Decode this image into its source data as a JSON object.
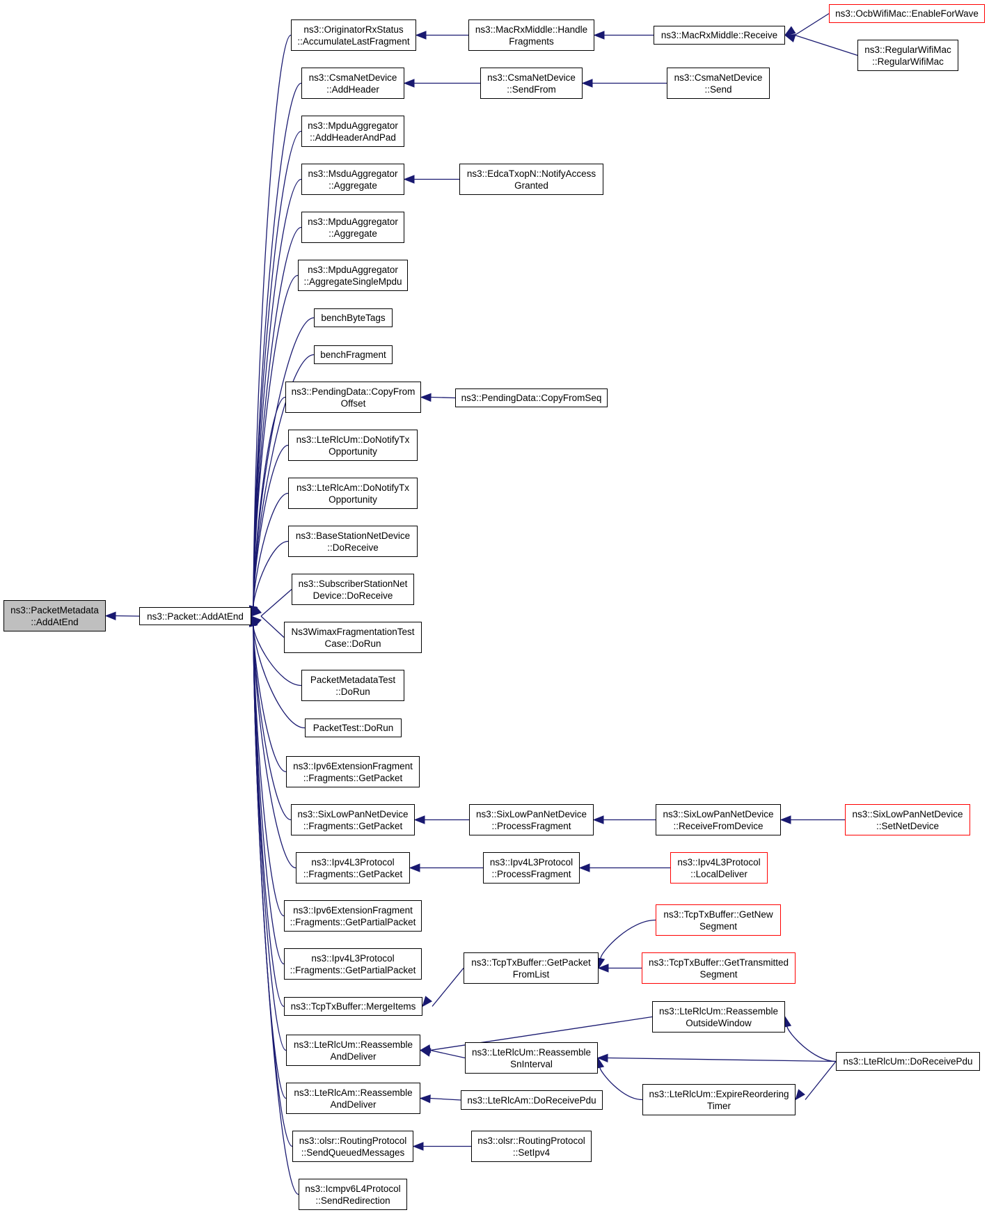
{
  "colors": {
    "edge": "#191970",
    "border": "#000000",
    "red_border": "#ff0000",
    "focus_fill": "#bfbfbf"
  },
  "nodes": [
    {
      "id": "n0",
      "lines": [
        "ns3::PacketMetadata",
        "::AddAtEnd"
      ],
      "style": "focus"
    },
    {
      "id": "n1",
      "lines": [
        "ns3::Packet::AddAtEnd"
      ],
      "style": "normal"
    },
    {
      "id": "n2",
      "lines": [
        "ns3::OriginatorRxStatus",
        "::AccumulateLastFragment"
      ],
      "style": "normal"
    },
    {
      "id": "n3",
      "lines": [
        "ns3::CsmaNetDevice",
        "::AddHeader"
      ],
      "style": "normal"
    },
    {
      "id": "n4",
      "lines": [
        "ns3::MpduAggregator",
        "::AddHeaderAndPad"
      ],
      "style": "normal"
    },
    {
      "id": "n5",
      "lines": [
        "ns3::MsduAggregator",
        "::Aggregate"
      ],
      "style": "normal"
    },
    {
      "id": "n6",
      "lines": [
        "ns3::MpduAggregator",
        "::Aggregate"
      ],
      "style": "normal"
    },
    {
      "id": "n7",
      "lines": [
        "ns3::MpduAggregator",
        "::AggregateSingleMpdu"
      ],
      "style": "normal"
    },
    {
      "id": "n8",
      "lines": [
        "benchByteTags"
      ],
      "style": "normal"
    },
    {
      "id": "n9",
      "lines": [
        "benchFragment"
      ],
      "style": "normal"
    },
    {
      "id": "n10",
      "lines": [
        "ns3::PendingData::CopyFrom",
        "Offset"
      ],
      "style": "normal"
    },
    {
      "id": "n11",
      "lines": [
        "ns3::LteRlcUm::DoNotifyTx",
        "Opportunity"
      ],
      "style": "normal"
    },
    {
      "id": "n12",
      "lines": [
        "ns3::LteRlcAm::DoNotifyTx",
        "Opportunity"
      ],
      "style": "normal"
    },
    {
      "id": "n13",
      "lines": [
        "ns3::BaseStationNetDevice",
        "::DoReceive"
      ],
      "style": "normal"
    },
    {
      "id": "n14",
      "lines": [
        "ns3::SubscriberStationNet",
        "Device::DoReceive"
      ],
      "style": "normal"
    },
    {
      "id": "n15",
      "lines": [
        "Ns3WimaxFragmentationTest",
        "Case::DoRun"
      ],
      "style": "normal"
    },
    {
      "id": "n16",
      "lines": [
        "PacketMetadataTest",
        "::DoRun"
      ],
      "style": "normal"
    },
    {
      "id": "n17",
      "lines": [
        "PacketTest::DoRun"
      ],
      "style": "normal"
    },
    {
      "id": "n18",
      "lines": [
        "ns3::Ipv6ExtensionFragment",
        "::Fragments::GetPacket"
      ],
      "style": "normal"
    },
    {
      "id": "n19",
      "lines": [
        "ns3::SixLowPanNetDevice",
        "::Fragments::GetPacket"
      ],
      "style": "normal"
    },
    {
      "id": "n20",
      "lines": [
        "ns3::Ipv4L3Protocol",
        "::Fragments::GetPacket"
      ],
      "style": "normal"
    },
    {
      "id": "n21",
      "lines": [
        "ns3::Ipv6ExtensionFragment",
        "::Fragments::GetPartialPacket"
      ],
      "style": "normal"
    },
    {
      "id": "n22",
      "lines": [
        "ns3::Ipv4L3Protocol",
        "::Fragments::GetPartialPacket"
      ],
      "style": "normal"
    },
    {
      "id": "n23",
      "lines": [
        "ns3::TcpTxBuffer::MergeItems"
      ],
      "style": "normal"
    },
    {
      "id": "n24",
      "lines": [
        "ns3::LteRlcUm::Reassemble",
        "AndDeliver"
      ],
      "style": "normal"
    },
    {
      "id": "n25",
      "lines": [
        "ns3::LteRlcAm::Reassemble",
        "AndDeliver"
      ],
      "style": "normal"
    },
    {
      "id": "n26",
      "lines": [
        "ns3::olsr::RoutingProtocol",
        "::SendQueuedMessages"
      ],
      "style": "normal"
    },
    {
      "id": "n27",
      "lines": [
        "ns3::Icmpv6L4Protocol",
        "::SendRedirection"
      ],
      "style": "normal"
    },
    {
      "id": "n28",
      "lines": [
        "ns3::MacRxMiddle::Handle",
        "Fragments"
      ],
      "style": "normal"
    },
    {
      "id": "n29",
      "lines": [
        "ns3::MacRxMiddle::Receive"
      ],
      "style": "normal"
    },
    {
      "id": "n30",
      "lines": [
        "ns3::OcbWifiMac::EnableForWave"
      ],
      "style": "red"
    },
    {
      "id": "n31",
      "lines": [
        "ns3::RegularWifiMac",
        "::RegularWifiMac"
      ],
      "style": "normal"
    },
    {
      "id": "n32",
      "lines": [
        "ns3::CsmaNetDevice",
        "::SendFrom"
      ],
      "style": "normal"
    },
    {
      "id": "n33",
      "lines": [
        "ns3::CsmaNetDevice",
        "::Send"
      ],
      "style": "normal"
    },
    {
      "id": "n34",
      "lines": [
        "ns3::EdcaTxopN::NotifyAccess",
        "Granted"
      ],
      "style": "normal"
    },
    {
      "id": "n35",
      "lines": [
        "ns3::PendingData::CopyFromSeq"
      ],
      "style": "normal"
    },
    {
      "id": "n36",
      "lines": [
        "ns3::SixLowPanNetDevice",
        "::ProcessFragment"
      ],
      "style": "normal"
    },
    {
      "id": "n37",
      "lines": [
        "ns3::SixLowPanNetDevice",
        "::ReceiveFromDevice"
      ],
      "style": "normal"
    },
    {
      "id": "n38",
      "lines": [
        "ns3::SixLowPanNetDevice",
        "::SetNetDevice"
      ],
      "style": "red"
    },
    {
      "id": "n39",
      "lines": [
        "ns3::Ipv4L3Protocol",
        "::ProcessFragment"
      ],
      "style": "normal"
    },
    {
      "id": "n40",
      "lines": [
        "ns3::Ipv4L3Protocol",
        "::LocalDeliver"
      ],
      "style": "red"
    },
    {
      "id": "n41",
      "lines": [
        "ns3::TcpTxBuffer::GetPacket",
        "FromList"
      ],
      "style": "normal"
    },
    {
      "id": "n42",
      "lines": [
        "ns3::TcpTxBuffer::GetNew",
        "Segment"
      ],
      "style": "red"
    },
    {
      "id": "n43",
      "lines": [
        "ns3::TcpTxBuffer::GetTransmitted",
        "Segment"
      ],
      "style": "red"
    },
    {
      "id": "n44",
      "lines": [
        "ns3::LteRlcUm::Reassemble",
        "OutsideWindow"
      ],
      "style": "normal"
    },
    {
      "id": "n45",
      "lines": [
        "ns3::LteRlcUm::Reassemble",
        "SnInterval"
      ],
      "style": "normal"
    },
    {
      "id": "n46",
      "lines": [
        "ns3::LteRlcUm::DoReceivePdu"
      ],
      "style": "normal"
    },
    {
      "id": "n47",
      "lines": [
        "ns3::LteRlcUm::ExpireReordering",
        "Timer"
      ],
      "style": "normal"
    },
    {
      "id": "n48",
      "lines": [
        "ns3::LteRlcAm::DoReceivePdu"
      ],
      "style": "normal"
    },
    {
      "id": "n49",
      "lines": [
        "ns3::olsr::RoutingProtocol",
        "::SetIpv4"
      ],
      "style": "normal"
    }
  ],
  "edges": [
    [
      "n1",
      "n0"
    ],
    [
      "n2",
      "n1"
    ],
    [
      "n3",
      "n1"
    ],
    [
      "n4",
      "n1"
    ],
    [
      "n5",
      "n1"
    ],
    [
      "n6",
      "n1"
    ],
    [
      "n7",
      "n1"
    ],
    [
      "n8",
      "n1"
    ],
    [
      "n9",
      "n1"
    ],
    [
      "n10",
      "n1"
    ],
    [
      "n11",
      "n1"
    ],
    [
      "n12",
      "n1"
    ],
    [
      "n13",
      "n1"
    ],
    [
      "n14",
      "n1"
    ],
    [
      "n15",
      "n1"
    ],
    [
      "n16",
      "n1"
    ],
    [
      "n17",
      "n1"
    ],
    [
      "n18",
      "n1"
    ],
    [
      "n19",
      "n1"
    ],
    [
      "n20",
      "n1"
    ],
    [
      "n21",
      "n1"
    ],
    [
      "n22",
      "n1"
    ],
    [
      "n23",
      "n1"
    ],
    [
      "n24",
      "n1"
    ],
    [
      "n25",
      "n1"
    ],
    [
      "n26",
      "n1"
    ],
    [
      "n27",
      "n1"
    ],
    [
      "n28",
      "n2"
    ],
    [
      "n29",
      "n28"
    ],
    [
      "n30",
      "n29"
    ],
    [
      "n31",
      "n29"
    ],
    [
      "n32",
      "n3"
    ],
    [
      "n33",
      "n32"
    ],
    [
      "n34",
      "n5"
    ],
    [
      "n35",
      "n10"
    ],
    [
      "n36",
      "n19"
    ],
    [
      "n37",
      "n36"
    ],
    [
      "n38",
      "n37"
    ],
    [
      "n39",
      "n20"
    ],
    [
      "n40",
      "n39"
    ],
    [
      "n41",
      "n23"
    ],
    [
      "n42",
      "n41"
    ],
    [
      "n43",
      "n41"
    ],
    [
      "n44",
      "n24"
    ],
    [
      "n45",
      "n24"
    ],
    [
      "n46",
      "n44"
    ],
    [
      "n46",
      "n45"
    ],
    [
      "n47",
      "n45"
    ],
    [
      "n46",
      "n47"
    ],
    [
      "n48",
      "n25"
    ],
    [
      "n49",
      "n26"
    ]
  ]
}
